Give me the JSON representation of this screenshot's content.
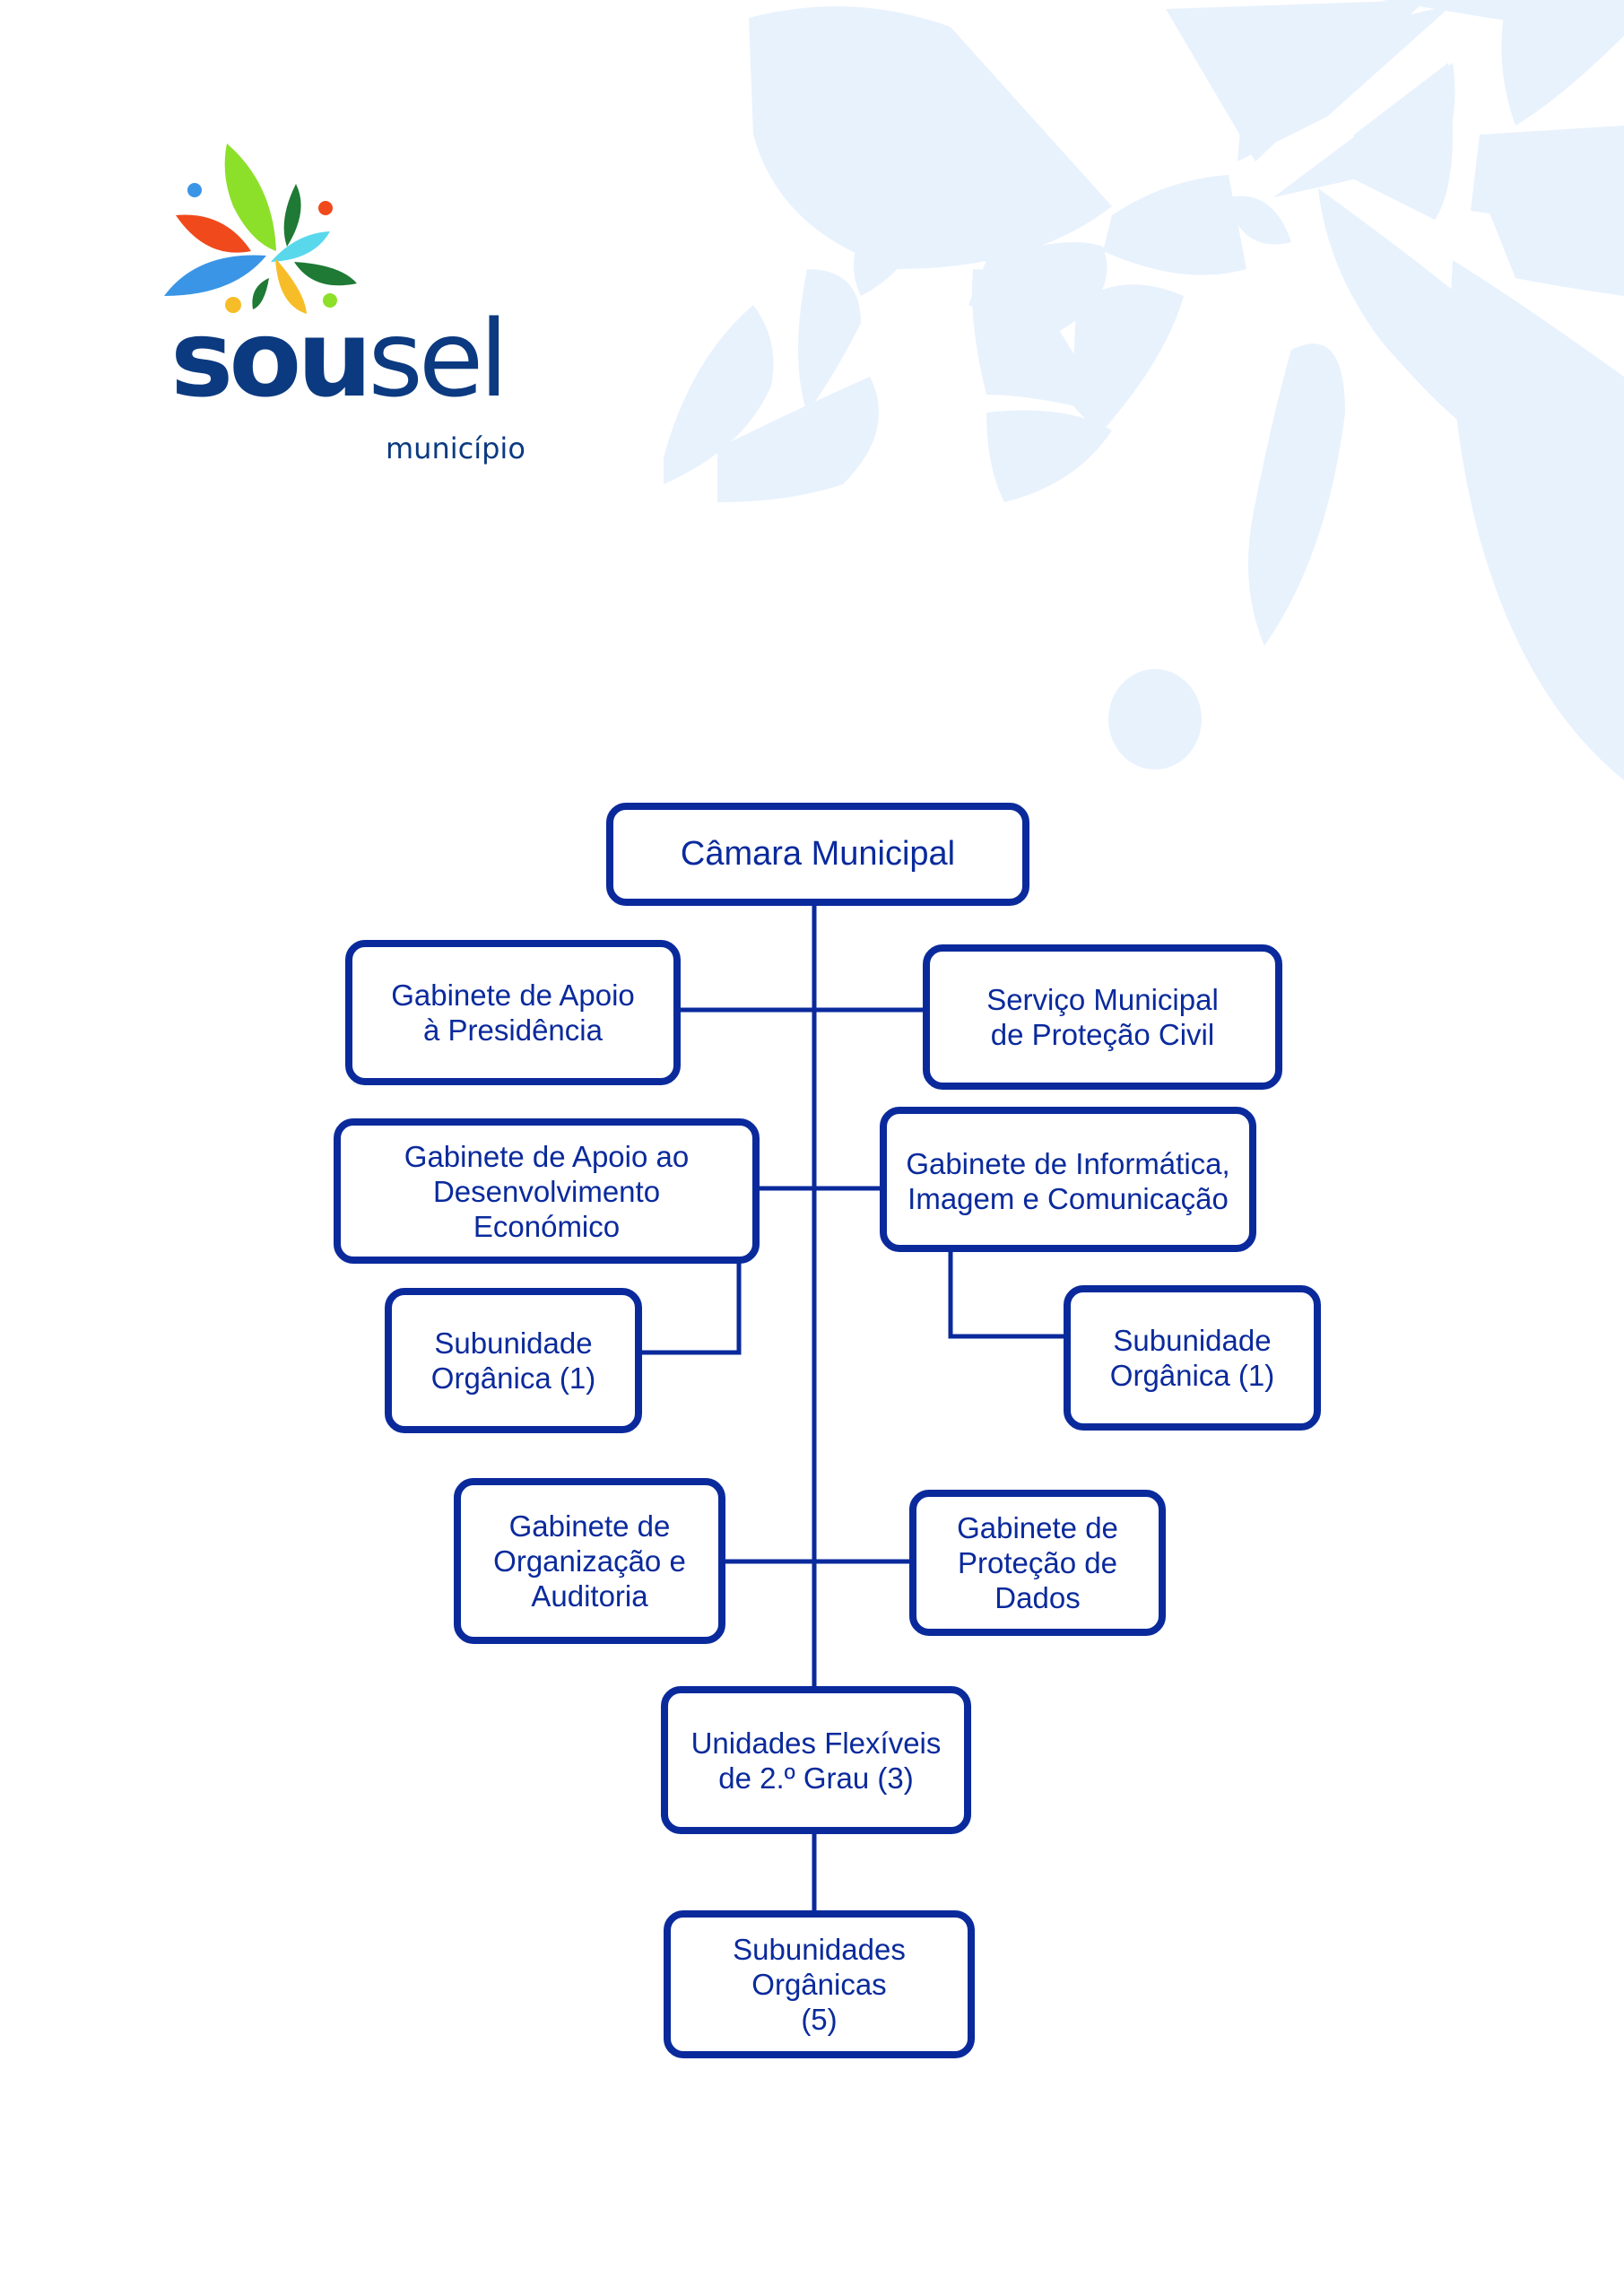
{
  "logo": {
    "word": "sousel",
    "word_bold": "sou",
    "word_light": "sel",
    "subtitle": "município"
  },
  "colors": {
    "box": "#0a2a9c",
    "logo_text": "#0b3a80",
    "watermark": "#e8f2fd"
  },
  "chart": {
    "root": {
      "id": "camara",
      "label": "Câmara Municipal"
    },
    "units": [
      {
        "id": "gap",
        "lines": [
          "Gabinete de Apoio",
          "à Presidência"
        ]
      },
      {
        "id": "smpc",
        "lines": [
          "Serviço Municipal",
          "de Proteção Civil"
        ]
      },
      {
        "id": "gade",
        "lines": [
          "Gabinete de Apoio ao",
          "Desenvolvimento",
          "Económico"
        ]
      },
      {
        "id": "gic",
        "lines": [
          "Gabinete de Informática,",
          "Imagem e Comunicação"
        ]
      },
      {
        "id": "sub-gade",
        "lines": [
          "Subunidade",
          "Orgânica (1)"
        ]
      },
      {
        "id": "sub-gic",
        "lines": [
          "Subunidade",
          "Orgânica (1)"
        ]
      },
      {
        "id": "goa",
        "lines": [
          "Gabinete de",
          "Organização e",
          "Auditoria"
        ]
      },
      {
        "id": "gpd",
        "lines": [
          "Gabinete de",
          "Proteção de",
          "Dados"
        ]
      },
      {
        "id": "uf",
        "lines": [
          "Unidades Flexíveis",
          "de 2.º Grau (3)"
        ]
      },
      {
        "id": "sub-uf",
        "lines": [
          "Subunidades",
          "Orgânicas",
          "(5)"
        ]
      }
    ]
  }
}
